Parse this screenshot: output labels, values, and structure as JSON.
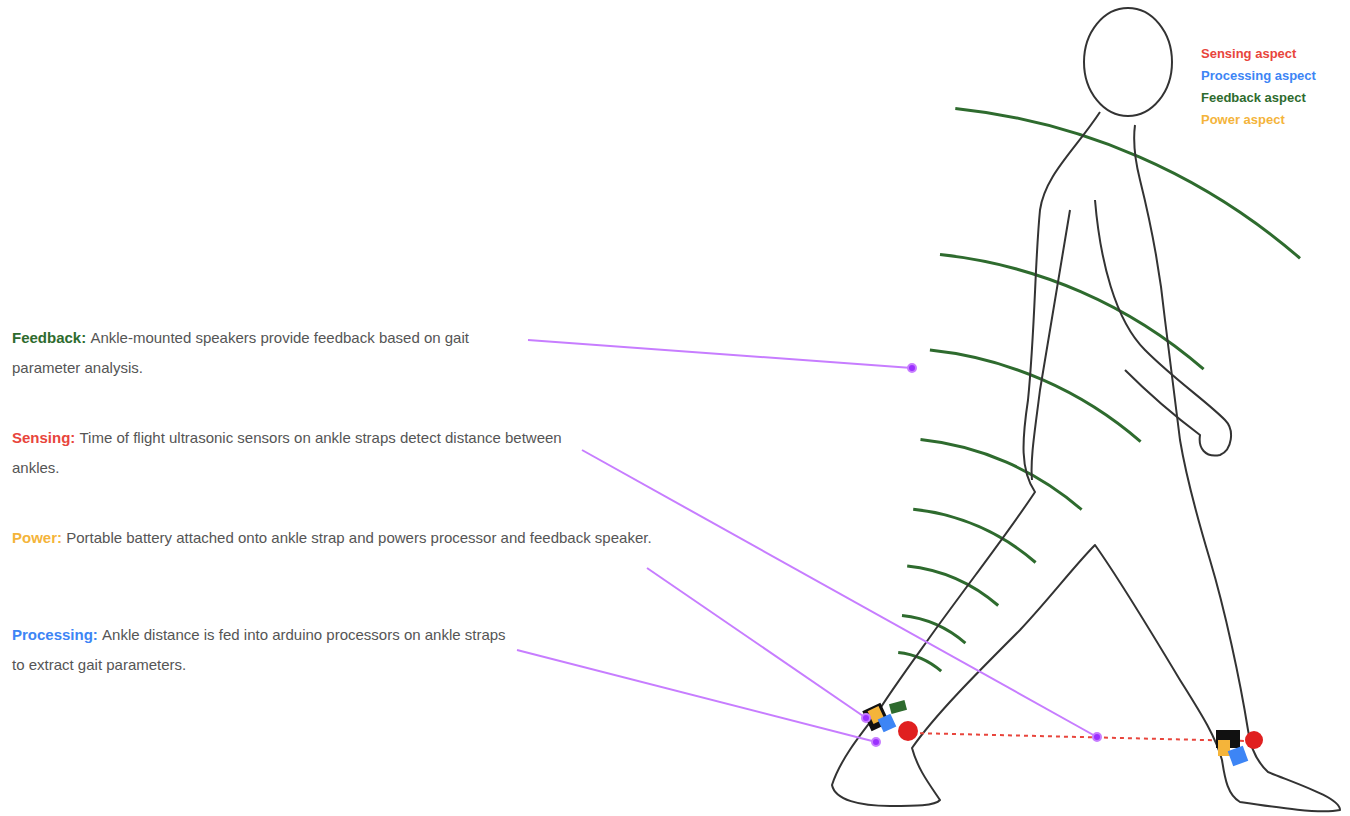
{
  "diagram": {
    "labels": [
      "Feedback:",
      "Ankle-mounted speakers provide feedback based on gait parameter analysis.",
      "Sensing:",
      "Time of flight ultrasonic sensors on ankle straps detect distance between ankles.",
      "Power:",
      "Portable battery attached onto ankle strap and powers processor and feedback speaker.",
      "Processing:",
      "Ankle distance is fed into arduino processors on ankle straps to extract gait parameters."
    ],
    "legend": [
      {
        "text": "Sensing aspect",
        "color": "#e8453c"
      },
      {
        "text": "Processing aspect",
        "color": "#3d85f5"
      },
      {
        "text": "Feedback aspect",
        "color": "#2e6b2e"
      },
      {
        "text": "Power aspect",
        "color": "#f4b43a"
      }
    ]
  }
}
